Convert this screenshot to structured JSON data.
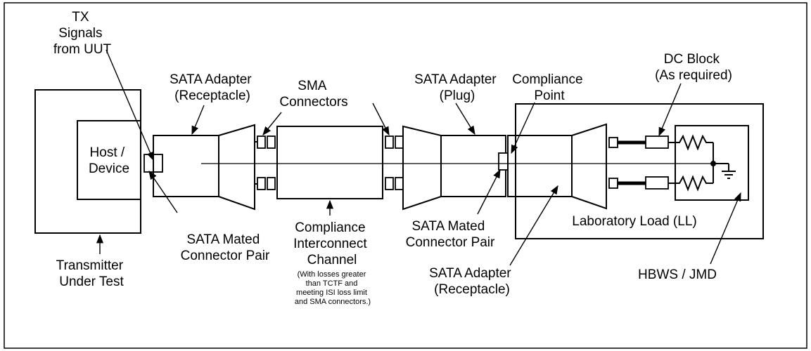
{
  "labels": {
    "tx_signals": [
      "TX",
      "Signals",
      "from UUT"
    ],
    "host_device": [
      "Host /",
      "Device"
    ],
    "sata_adapter_receptacle_left": [
      "SATA Adapter",
      "(Receptacle)"
    ],
    "sma_connectors": [
      "SMA",
      "Connectors"
    ],
    "sata_adapter_plug": [
      "SATA Adapter",
      "(Plug)"
    ],
    "compliance_point": [
      "Compliance",
      "Point"
    ],
    "dc_block": [
      "DC Block",
      "(As required)"
    ],
    "transmitter_under_test": [
      "Transmitter",
      "Under Test"
    ],
    "sata_mated_left": [
      "SATA Mated",
      "Connector Pair"
    ],
    "compliance_channel": [
      "Compliance",
      "Interconnect",
      "Channel"
    ],
    "compliance_channel_note": [
      "(With losses greater",
      "than TCTF and",
      "meeting ISI loss limit",
      "and SMA connectors.)"
    ],
    "sata_mated_right": [
      "SATA Mated",
      "Connector Pair"
    ],
    "laboratory_load": "Laboratory Load (LL)",
    "sata_adapter_receptacle_right": [
      "SATA Adapter",
      "(Receptacle)"
    ],
    "hbws_jmd": "HBWS / JMD"
  }
}
